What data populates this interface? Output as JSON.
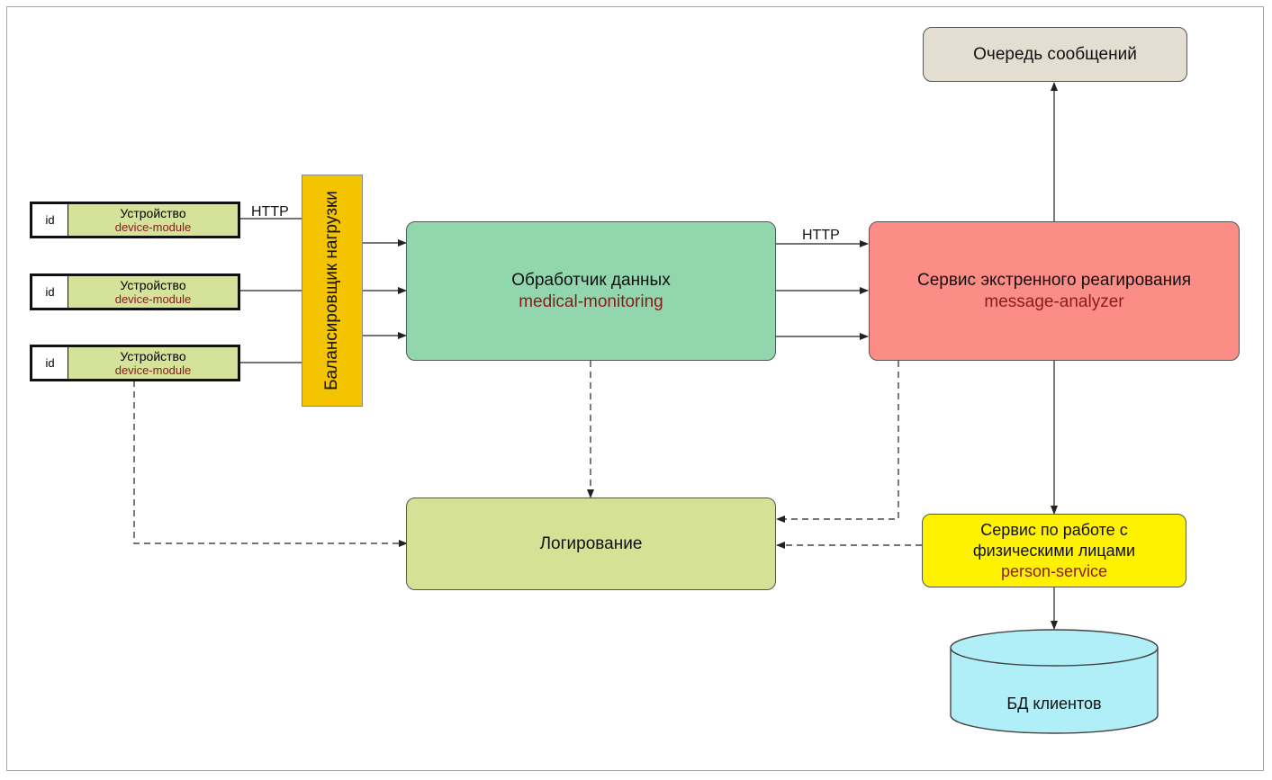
{
  "load_balancer": {
    "label": "Балансировщик нагрузки"
  },
  "devices": [
    {
      "id_label": "id",
      "title": "Устройство",
      "module": "device-module"
    },
    {
      "id_label": "id",
      "title": "Устройство",
      "module": "device-module"
    },
    {
      "id_label": "id",
      "title": "Устройство",
      "module": "device-module"
    }
  ],
  "protocols": {
    "devices_to_balancer": "HTTP",
    "processor_to_analyzer": "HTTP"
  },
  "data_processor": {
    "title": "Обработчик данных",
    "service": "medical-monitoring"
  },
  "emergency_service": {
    "title": "Сервис экстренного реагирования",
    "service": "message-analyzer"
  },
  "message_queue": {
    "title": "Очередь сообщений"
  },
  "logging": {
    "title": "Логирование"
  },
  "person_service": {
    "title_line1": "Сервис по работе с",
    "title_line2": "физическими лицами",
    "service": "person-service"
  },
  "client_db": {
    "title": "БД клиентов"
  },
  "colors": {
    "device": "#d4e29a",
    "balancer": "#f5c400",
    "data_processor": "#92d6ad",
    "emergency_service": "#fb8c86",
    "message_queue": "#e4ddd1",
    "logging": "#d5e195",
    "person_service": "#fff200",
    "client_db": "#b0eef8",
    "service_name_text": "#8b1a1a"
  }
}
